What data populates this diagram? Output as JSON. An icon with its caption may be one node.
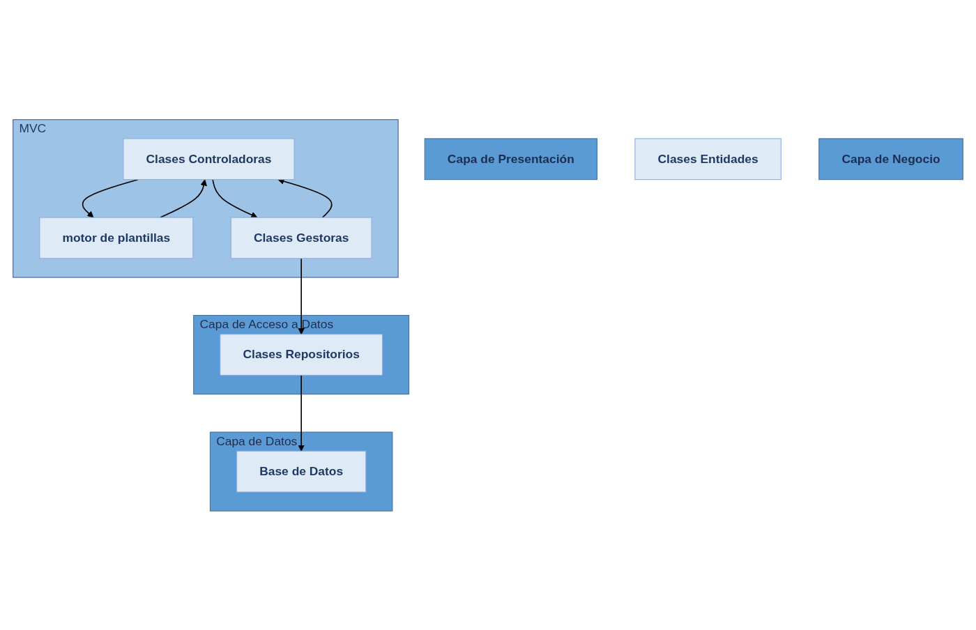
{
  "diagram": {
    "nodes": [
      {
        "text": [
          "Capa de Presentación"
        ]
      },
      {
        "text": [
          "MVC"
        ]
      },
      {
        "text": [
          "Clases Controladoras"
        ],
        "in": 1
      },
      {
        "text": [
          "motor de plantillas"
        ],
        "in": 1
      },
      {
        "text": [
          "Clases Gestoras"
        ],
        "in": 1
      },
      {
        "text": [
          "Clases Entidades"
        ]
      },
      {
        "text": [
          "Capa de Negocio"
        ]
      },
      {
        "text": [
          "Capa de Acceso a Datos"
        ]
      },
      {
        "text": [
          "Clases Repositorios"
        ],
        "in": 7
      },
      {
        "text": [
          "Capa de Datos"
        ]
      },
      {
        "text": [
          "Base de Datos"
        ],
        "in": 9
      }
    ],
    "edges": [
      {
        "from": 2,
        "to": 3,
        "arrow": "to"
      },
      {
        "from": 3,
        "to": 2,
        "arrow": "to"
      },
      {
        "from": 2,
        "to": 4,
        "arrow": "to"
      },
      {
        "from": 4,
        "to": 2,
        "arrow": "to"
      },
      {
        "from": 4,
        "to": 8,
        "arrow": "to"
      },
      {
        "from": 8,
        "to": 10,
        "arrow": "to"
      }
    ]
  }
}
